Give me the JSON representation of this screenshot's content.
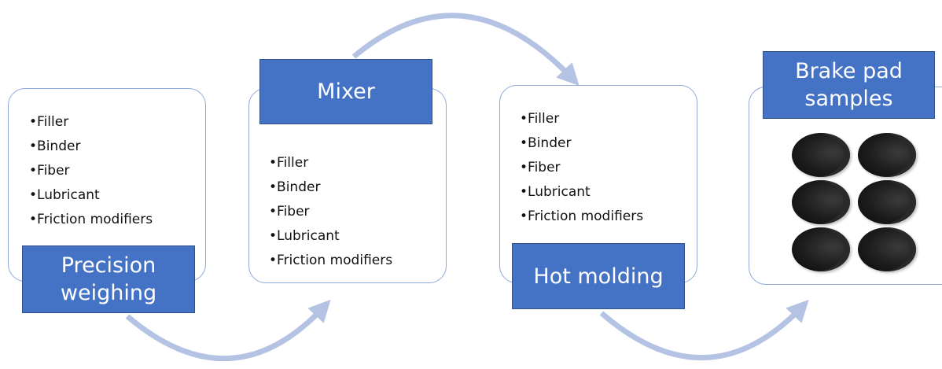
{
  "steps": [
    {
      "label": "Precision weighing",
      "items": [
        "Filler",
        "Binder",
        "Fiber",
        "Lubricant",
        "Friction modifiers"
      ]
    },
    {
      "label": "Mixer",
      "items": [
        "Filler",
        "Binder",
        "Fiber",
        "Lubricant",
        "Friction modifiers"
      ]
    },
    {
      "label": "Hot molding",
      "items": [
        "Filler",
        "Binder",
        "Fiber",
        "Lubricant",
        "Friction modifiers"
      ]
    },
    {
      "label": "Brake pad samples",
      "image": "brake-pad-samples-photo"
    }
  ],
  "colors": {
    "label_fill": "#4472c4",
    "label_border": "#2f528f",
    "card_border": "#8faadc",
    "arrow": "#b4c3e3"
  }
}
